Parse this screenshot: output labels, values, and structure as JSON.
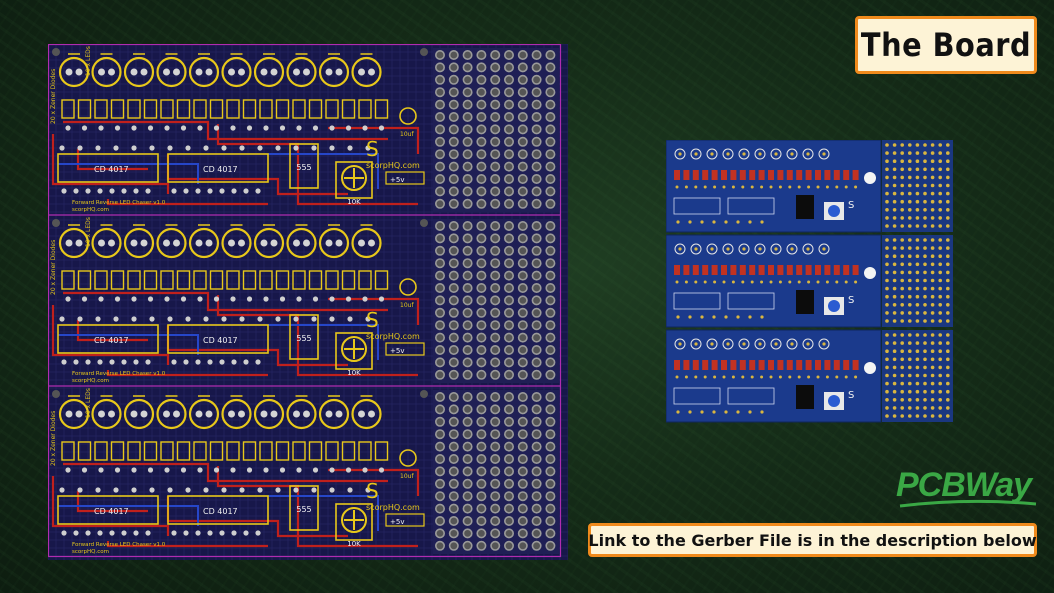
{
  "slide": {
    "title": "The Board",
    "link_text": "Link to the Gerber File is in the description below",
    "logo_text": "PCBWay",
    "accent_color": "#f08a1c",
    "logo_color": "#3aa845"
  },
  "pcb_design": {
    "module_count": 3,
    "led_count_per_module": 10,
    "labels": {
      "ic_counter_1": "CD 4017",
      "ic_counter_2": "CD 4017",
      "ic_timer": "555",
      "pot": "10K",
      "supply": "+5v",
      "cap": "10uf",
      "leds": "10 x LEDs",
      "resistor_label": "20 x Zener Diodes",
      "silkscreen_title": "Forward Reverse LED Chaser v1.0",
      "website": "scorpHQ.com",
      "logo_letter": "S"
    }
  },
  "pcb_render": {
    "module_count": 3
  }
}
